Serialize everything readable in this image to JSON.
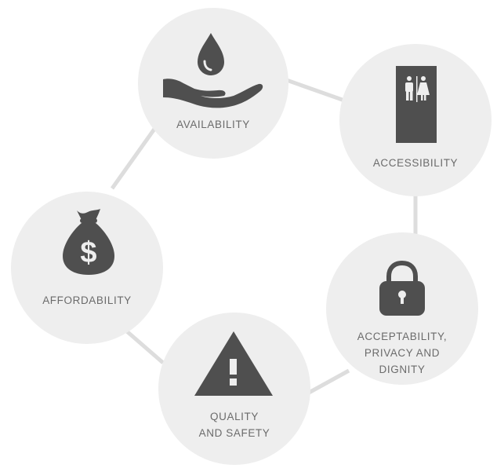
{
  "colors": {
    "circle_fill": "#eeeeee",
    "connector": "#dddddd",
    "icon": "#4f4f4f",
    "label": "#6b6b6b"
  },
  "nodes": [
    {
      "id": "availability",
      "icon": "water-drop-hand-icon",
      "label_lines": [
        "AVAILABILITY"
      ]
    },
    {
      "id": "accessibility",
      "icon": "restroom-door-icon",
      "label_lines": [
        "ACCESSIBILITY"
      ]
    },
    {
      "id": "acceptability",
      "icon": "padlock-icon",
      "label_lines": [
        "ACCEPTABILITY,",
        "PRIVACY AND",
        "DIGNITY"
      ]
    },
    {
      "id": "quality",
      "icon": "warning-triangle-icon",
      "label_lines": [
        "QUALITY",
        "AND SAFETY"
      ]
    },
    {
      "id": "affordability",
      "icon": "money-bag-icon",
      "label_lines": [
        "AFFORDABILITY"
      ]
    }
  ]
}
